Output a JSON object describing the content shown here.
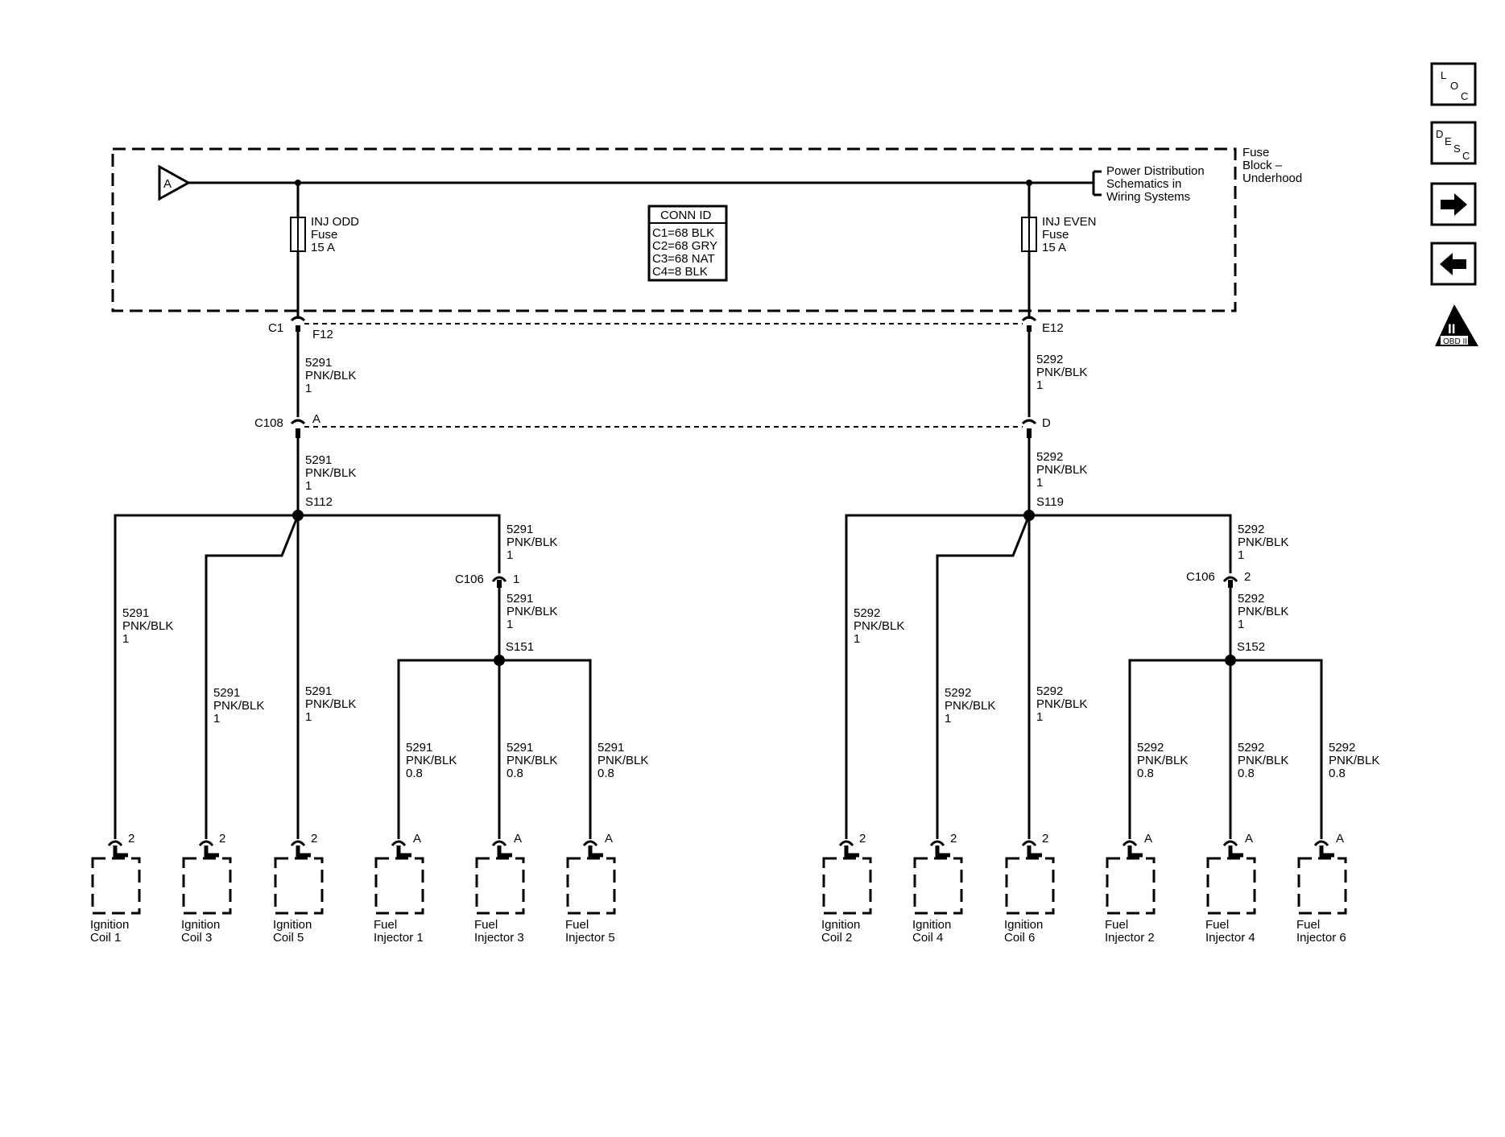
{
  "fuse_block": {
    "label_lines": [
      "Fuse",
      "Block –",
      "Underhood"
    ],
    "input_symbol": "A",
    "ref_lines": [
      "Power Distribution",
      "Schematics in",
      "Wiring Systems"
    ]
  },
  "conn_id": {
    "title": "CONN ID",
    "rows": [
      "C1=68 BLK",
      "C2=68 GRY",
      "C3=68 NAT",
      "C4=8 BLK"
    ]
  },
  "fuses": [
    {
      "lines": [
        "INJ ODD",
        "Fuse",
        "15 A"
      ]
    },
    {
      "lines": [
        "INJ EVEN",
        "Fuse",
        "15 A"
      ]
    }
  ],
  "connectors": {
    "c1": "C1",
    "f12": "F12",
    "e12": "E12",
    "c108": "C108",
    "c108_pin_a": "A",
    "c108_pin_d": "D",
    "c106_left": "C106",
    "c106_left_pin": "1",
    "c106_right": "C106",
    "c106_right_pin": "2"
  },
  "splices": {
    "s112": "S112",
    "s119": "S119",
    "s151": "S151",
    "s152": "S152"
  },
  "wires": {
    "odd_1": [
      "5291",
      "PNK/BLK",
      "1"
    ],
    "odd_08": [
      "5291",
      "PNK/BLK",
      "0.8"
    ],
    "even_1": [
      "5292",
      "PNK/BLK",
      "1"
    ],
    "even_08": [
      "5292",
      "PNK/BLK",
      "0.8"
    ]
  },
  "components": [
    {
      "name": [
        "Ignition",
        "Coil 1"
      ],
      "pin": "2"
    },
    {
      "name": [
        "Ignition",
        "Coil 3"
      ],
      "pin": "2"
    },
    {
      "name": [
        "Ignition",
        "Coil 5"
      ],
      "pin": "2"
    },
    {
      "name": [
        "Fuel",
        "Injector 1"
      ],
      "pin": "A"
    },
    {
      "name": [
        "Fuel",
        "Injector 3"
      ],
      "pin": "A"
    },
    {
      "name": [
        "Fuel",
        "Injector 5"
      ],
      "pin": "A"
    },
    {
      "name": [
        "Ignition",
        "Coil 2"
      ],
      "pin": "2"
    },
    {
      "name": [
        "Ignition",
        "Coil 4"
      ],
      "pin": "2"
    },
    {
      "name": [
        "Ignition",
        "Coil 6"
      ],
      "pin": "2"
    },
    {
      "name": [
        "Fuel",
        "Injector 2"
      ],
      "pin": "A"
    },
    {
      "name": [
        "Fuel",
        "Injector 4"
      ],
      "pin": "A"
    },
    {
      "name": [
        "Fuel",
        "Injector 6"
      ],
      "pin": "A"
    }
  ],
  "nav": {
    "loc": [
      "L",
      "O",
      "C"
    ],
    "desc": [
      "D",
      "E",
      "S",
      "C"
    ],
    "next_icon": "arrow-right-icon",
    "prev_icon": "arrow-left-icon",
    "obd_numeral": "II",
    "obd_label": "OBD II"
  }
}
